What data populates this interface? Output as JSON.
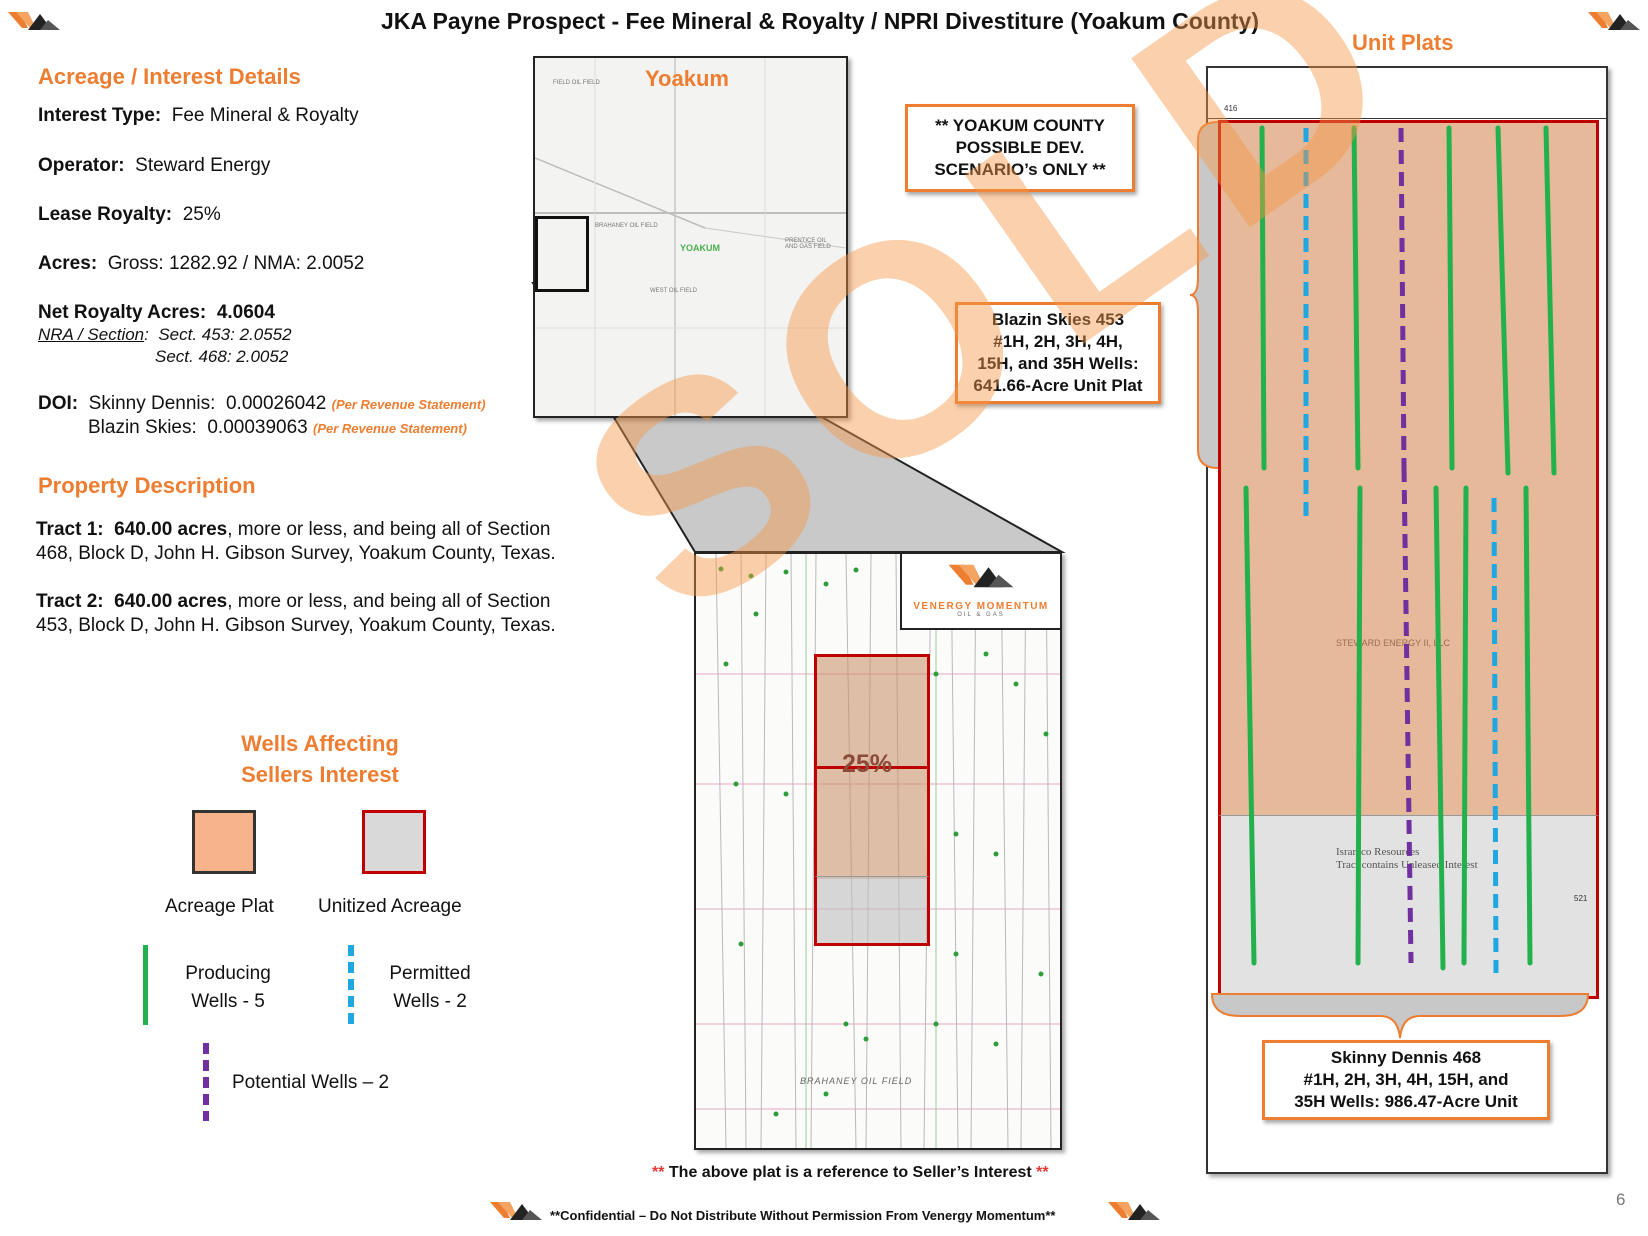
{
  "title": "JKA Payne Prospect - Fee Mineral & Royalty / NPRI Divestiture (Yoakum County)",
  "acreage": {
    "heading": "Acreage / Interest Details",
    "interest_type_label": "Interest Type:",
    "interest_type_value": "Fee Mineral & Royalty",
    "operator_label": "Operator:",
    "operator_value": "Steward Energy",
    "lease_royalty_label": "Lease Royalty:",
    "lease_royalty_value": "25%",
    "acres_label": "Acres:",
    "acres_value": "Gross: 1282.92 / NMA: 2.0052",
    "nra_label": "Net Royalty Acres:",
    "nra_value": "4.0604",
    "nra_section_label": "NRA / Section",
    "nra_section_1": "Sect. 453: 2.0552",
    "nra_section_2": "Sect. 468: 2.0052",
    "doi_label": "DOI:",
    "doi_1_name": "Skinny Dennis:",
    "doi_1_value": "0.00026042",
    "doi_2_name": "Blazin Skies:",
    "doi_2_value": "0.00039063",
    "doi_note": "(Per Revenue Statement)"
  },
  "property": {
    "heading": "Property Description",
    "tract1_label": "Tract 1:",
    "tract1_acres": "640.00 acres",
    "tract1_text_a": ", more or less, and being all of Section",
    "tract1_text_b": "468, Block D, John H. Gibson Survey, Yoakum County, Texas.",
    "tract2_label": "Tract 2:",
    "tract2_acres": "640.00 acres",
    "tract2_text_a": ", more or less, and being all of Section",
    "tract2_text_b": "453, Block D, John H. Gibson Survey, Yoakum County, Texas."
  },
  "legend": {
    "heading_1": "Wells Affecting",
    "heading_2": "Sellers Interest",
    "acreage_plat": "Acreage Plat",
    "unitized_acreage": "Unitized Acreage",
    "producing_1": "Producing",
    "producing_2": "Wells - 5",
    "permitted_1": "Permitted",
    "permitted_2": "Wells - 2",
    "potential": "Potential Wells – 2"
  },
  "county_map": {
    "label": "Yoakum",
    "town": "YOAKUM",
    "fields": [
      "FIELD OIL FIELD",
      "BRAHANEY OIL FIELD",
      "PRENTICE OIL AND GAS FIELD",
      "WEST OIL FIELD"
    ]
  },
  "detail_map": {
    "percent": "25%",
    "field_label": "BRAHANEY OIL FIELD",
    "logo_text": "VENERGY MOMENTUM",
    "logo_sub": "OIL & GAS"
  },
  "yoakum_callout": "** YOAKUM COUNTY POSSIBLE DEV. SCENARIO’s ONLY **",
  "unit_plats_heading": "Unit Plats",
  "blazin_callout": {
    "line1": "Blazin Skies 453",
    "line2": "#1H, 2H, 3H, 4H,",
    "line3": "15H, and 35H Wells:",
    "line4": "641.66-Acre Unit Plat"
  },
  "skinny_callout": {
    "line1": "Skinny  Dennis 468",
    "line2": "#1H, 2H, 3H, 4H, 15H, and",
    "line3": "35H Wells:  986.47-Acre Unit"
  },
  "plat_text": {
    "operator": "STEWARD ENERGY II, LLC",
    "isramco_1": "Isramco Resources",
    "isramco_2": "Tract contains Unleased Interest",
    "section_a": "416",
    "section_b": "521"
  },
  "reference_note_stars": "**",
  "reference_note_text": " The above plat is a reference to Seller’s Interest ",
  "footer": "**Confidential – Do Not Distribute Without Permission From Venergy Momentum**",
  "page_number": "6",
  "watermark": "SOLD",
  "colors": {
    "accent": "#ed7d31",
    "producing": "#22b14c",
    "permitted": "#1ea7e1",
    "potential": "#7030a0",
    "plat_fill": "#e5b99a",
    "unit_border": "#c00000"
  }
}
